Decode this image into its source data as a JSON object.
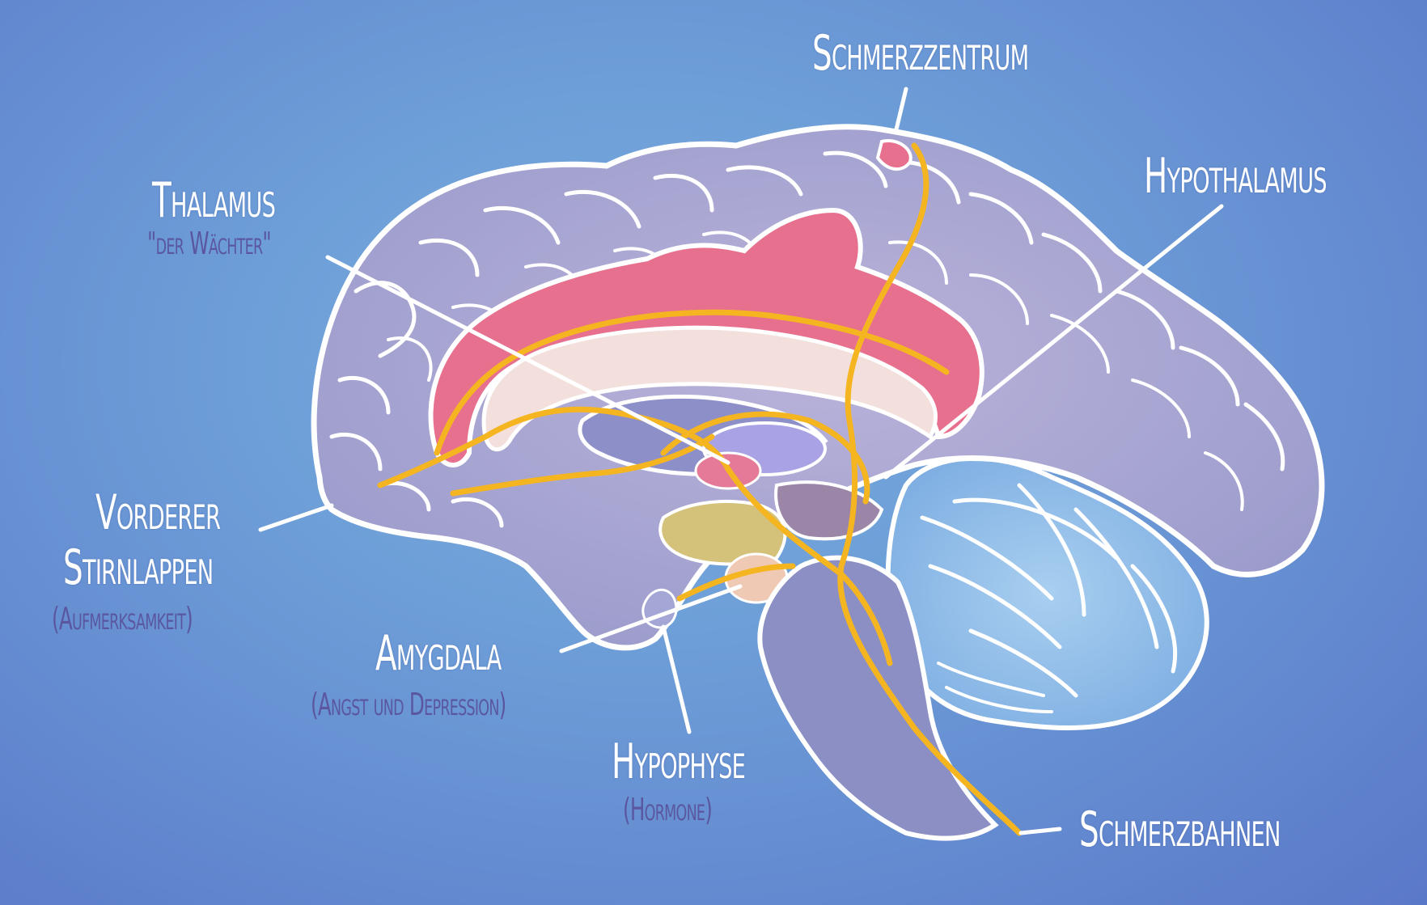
{
  "labels": {
    "schmerzzentrum": {
      "title": "Schmerzzentrum"
    },
    "thalamus": {
      "title": "Thalamus",
      "subtitle": "\"der Wächter\""
    },
    "hypothalamus": {
      "title": "Hypothalamus"
    },
    "vorderer_stirnlappen": {
      "title_line1": "Vorderer",
      "title_line2": "Stirnlappen",
      "subtitle": "(Aufmerksamkeit)"
    },
    "amygdala": {
      "title": "Amygdala",
      "subtitle": "(Angst und Depression)"
    },
    "hypophyse": {
      "title": "Hypophyse",
      "subtitle": "(Hormone)"
    },
    "schmerzbahnen": {
      "title": "Schmerzbahnen"
    }
  },
  "colors": {
    "background": "#6e9fd8",
    "cortex": "#a7a6d0",
    "outline": "#ffffff",
    "limbic_pink": "#e8708f",
    "corpus_callosum": "#f3e0dc",
    "cerebellum": "#8fbde8",
    "brainstem": "#8b8fc4",
    "pain_pathway": "#f4b520",
    "label_text": "#ffffff",
    "sublabel_text": "#5a57a0"
  }
}
